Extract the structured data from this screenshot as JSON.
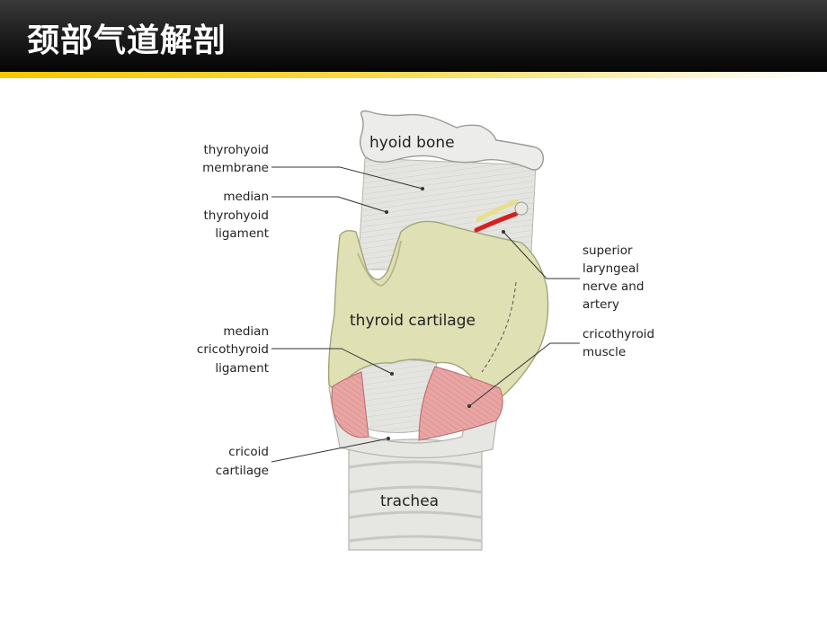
{
  "slide": {
    "title": "颈部气道解剖"
  },
  "diagram": {
    "parts": {
      "hyoid": "hyoid bone",
      "thyroid": "thyroid cartilage",
      "trachea": "trachea"
    },
    "labels_left": {
      "thyrohyoid_membrane": [
        "thyrohyoid",
        "membrane"
      ],
      "median_thyrohyoid_ligament": [
        "median",
        "thyrohyoid",
        "ligament"
      ],
      "median_cricothyroid_ligament": [
        "median",
        "cricothyroid",
        "ligament"
      ],
      "cricoid_cartilage": [
        "cricoid",
        "cartilage"
      ]
    },
    "labels_right": {
      "superior_laryngeal": [
        "superior",
        "laryngeal",
        "nerve and",
        "artery"
      ],
      "cricothyroid_muscle": [
        "cricothyroid",
        "muscle"
      ]
    }
  },
  "colors": {
    "title_bar": "#1a1a1a",
    "accent": "#f6c700",
    "cartilage": "#dfe0b4",
    "membrane": "#e3e3df",
    "muscle": "#e9a4a4",
    "artery": "#d81e1e",
    "nerve": "#e6e08a"
  }
}
